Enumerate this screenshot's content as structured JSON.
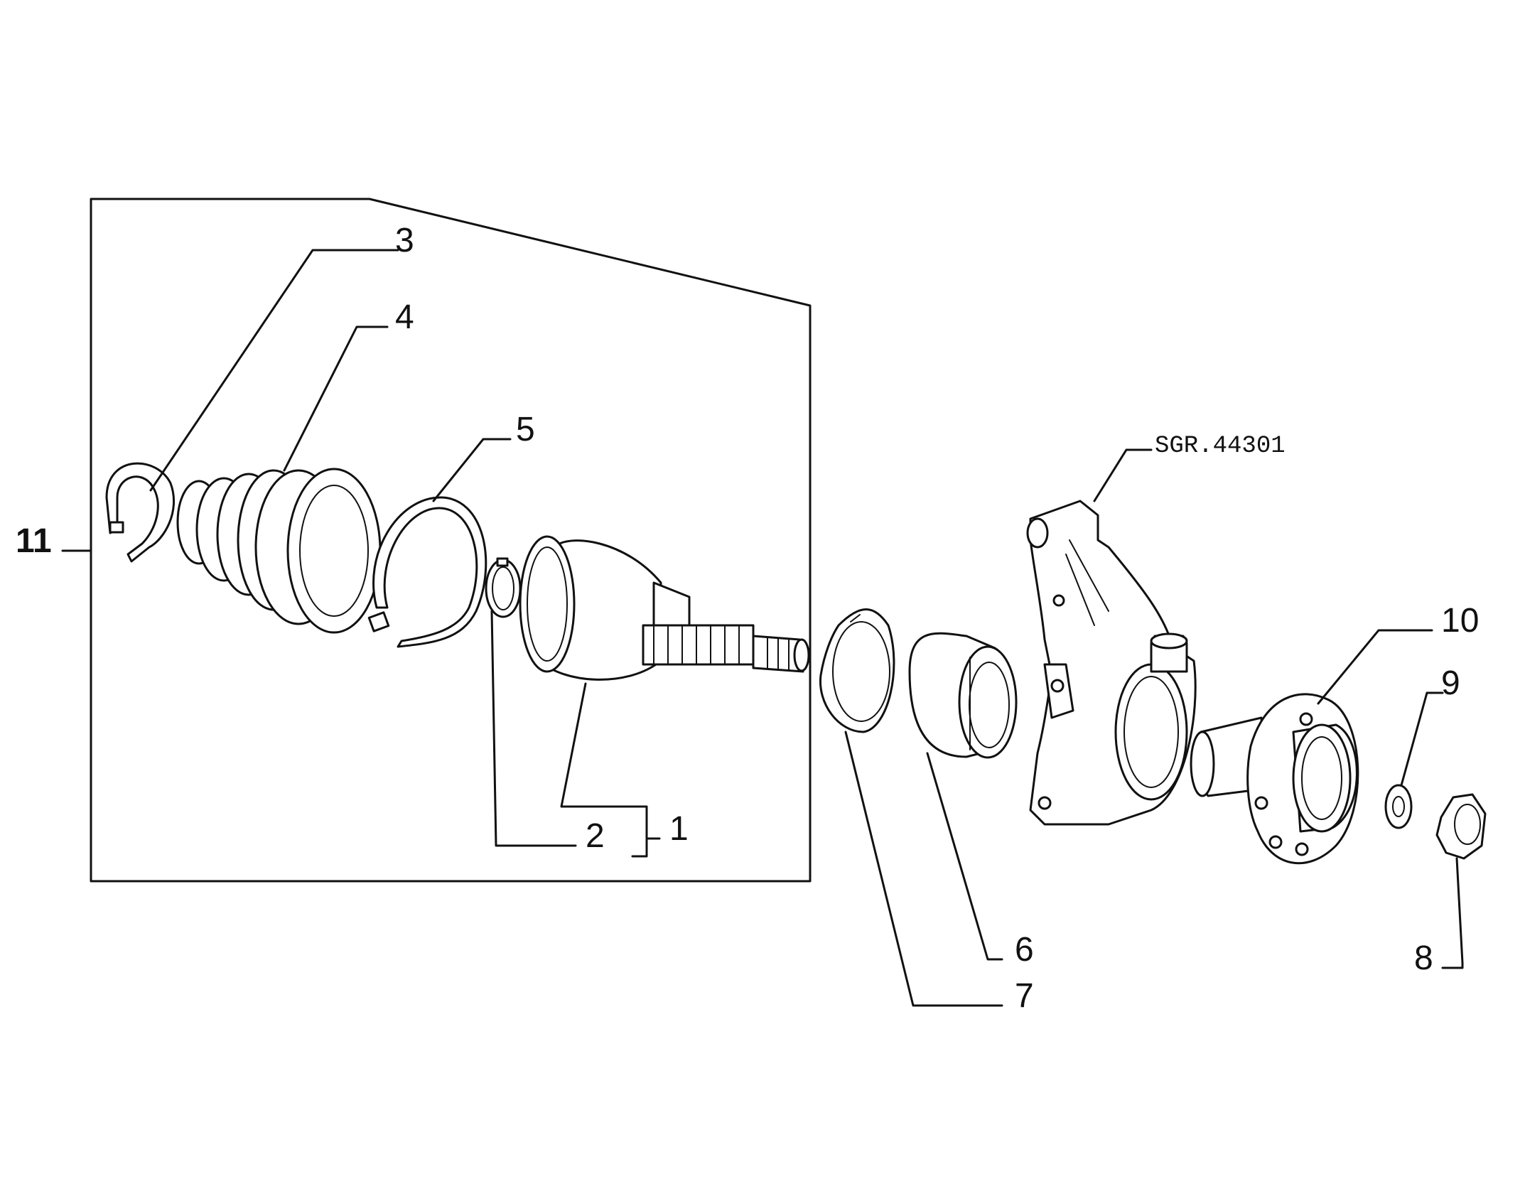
{
  "callouts": {
    "c1": "1",
    "c2": "2",
    "c3": "3",
    "c4": "4",
    "c5": "5",
    "c6": "6",
    "c7": "7",
    "c8": "8",
    "c9": "9",
    "c10": "10",
    "c11": "11"
  },
  "reference": "SGR.44301",
  "colors": {
    "line": "#111111",
    "background": "#ffffff"
  }
}
